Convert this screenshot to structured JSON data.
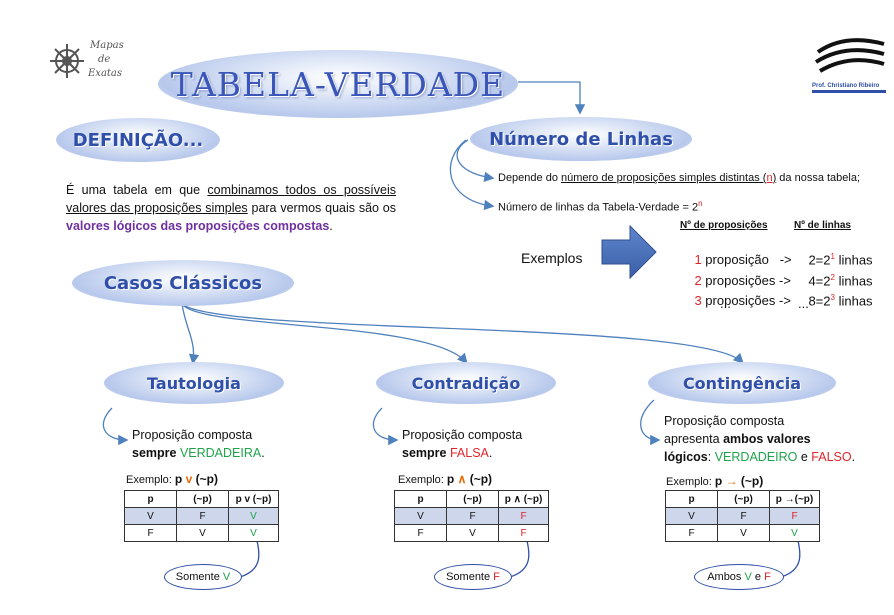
{
  "logo": {
    "line1": "Mapas",
    "line2": "de",
    "line3": "Exatas"
  },
  "brand": {
    "name": "Prof. Christiano Ribeiro"
  },
  "title": "TABELA-VERDADE",
  "definicao": {
    "heading": "DEFINIÇÃO...",
    "text_p1": "É uma tabela em que ",
    "text_u1": "combinamos todos os possíveis valores das proposições simples",
    "text_p2": " para vermos quais são os ",
    "text_highlight": "valores lógicos das proposições compostas",
    "text_end": "."
  },
  "numero_linhas": {
    "heading": "Número de Linhas",
    "item1_a": "Depende do ",
    "item1_u": "número de proposições simples distintas (",
    "item1_n": "n",
    "item1_u_end": ")",
    "item1_b": " da nossa tabela;",
    "item2": "Número de linhas da Tabela-Verdade = 2",
    "item2_sup": "n",
    "exemplos_label": "Exemplos",
    "table_header_1": "Nº de proposições",
    "table_header_2": "Nº de linhas",
    "rows": [
      {
        "n": "1",
        "text": " proposição   ->",
        "result": "2=2",
        "sup": "1",
        "unit": " linhas"
      },
      {
        "n": "2",
        "text": " proposições ->",
        "result": "4=2",
        "sup": "2",
        "unit": " linhas"
      },
      {
        "n": "3",
        "text": " proposições ->",
        "result": "8=2",
        "sup": "3",
        "unit": " linhas"
      }
    ],
    "ellipsis": "..."
  },
  "casos": {
    "heading": "Casos Clássicos",
    "tautologia": {
      "heading": "Tautologia",
      "desc1": "Proposição composta",
      "desc2_bold": "sempre ",
      "desc2_color": "VERDADEIRA",
      "desc2_end": ".",
      "exemplo_label": "Exemplo: ",
      "exemplo_p": "p ",
      "exemplo_op": "v",
      "exemplo_rest": " (~p)",
      "headers": [
        "p",
        "(~p)",
        "p v (~p)"
      ],
      "rows": [
        [
          "V",
          "F",
          "V"
        ],
        [
          "F",
          "V",
          "V"
        ]
      ],
      "pill_text": "Somente ",
      "pill_val": "V"
    },
    "contradicao": {
      "heading": "Contradição",
      "desc1": "Proposição composta",
      "desc2_bold": "sempre ",
      "desc2_color": "FALSA",
      "desc2_end": ".",
      "exemplo_label": "Exemplo: ",
      "exemplo_p": "p ",
      "exemplo_op": "∧",
      "exemplo_rest": " (~p)",
      "headers": [
        "p",
        "(~p)",
        "p ∧ (~p)"
      ],
      "rows": [
        [
          "V",
          "F",
          "F"
        ],
        [
          "F",
          "V",
          "F"
        ]
      ],
      "pill_text": "Somente ",
      "pill_val": "F"
    },
    "contingencia": {
      "heading": "Contingência",
      "desc1": "Proposição composta",
      "desc2": "apresenta ",
      "desc2_bold": "ambos valores",
      "desc3_bold": "lógicos",
      "desc3": ": ",
      "desc3_v": "VERDADEIRO",
      "desc3_e": " e ",
      "desc3_f": "FALSO",
      "desc3_end": ".",
      "exemplo_label": "Exemplo: ",
      "exemplo_p": "p ",
      "exemplo_op": "→",
      "exemplo_rest": " (~p)",
      "headers": [
        "p",
        "(~p)",
        "p →(~p)"
      ],
      "rows": [
        [
          "V",
          "F",
          "F"
        ],
        [
          "F",
          "V",
          "V"
        ]
      ],
      "pill_text": "Ambos ",
      "pill_v": "V",
      "pill_e": " e ",
      "pill_f": "F"
    }
  },
  "colors": {
    "accent": "#2f4fa8",
    "true_green": "#1fa34a",
    "false_red": "#e0252a",
    "purple": "#7030a0",
    "arrow_blue": "#4f81bd"
  }
}
